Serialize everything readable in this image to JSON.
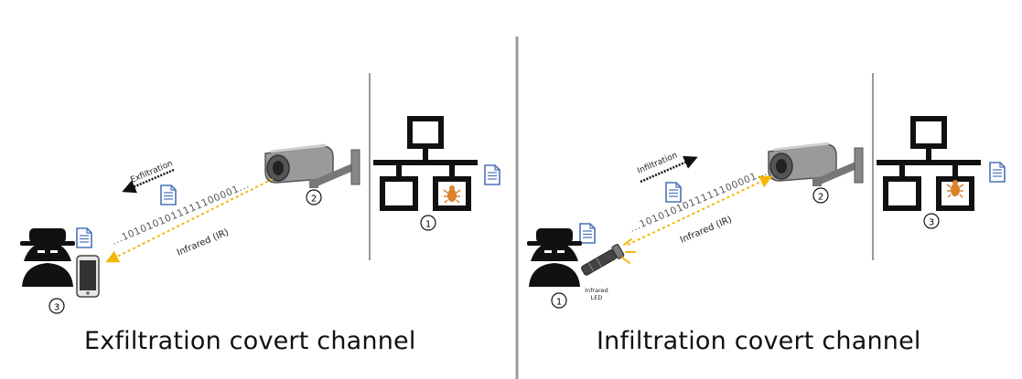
{
  "left_panel": {
    "caption": "Exfiltration covert channel",
    "direction_label": "Exfiltration",
    "bits": "...1010101011111100001...",
    "medium_label": "Infrared (IR)",
    "markers": {
      "network": "1",
      "camera": "2",
      "attacker": "3"
    }
  },
  "right_panel": {
    "caption": "Infiltration covert channel",
    "direction_label": "Infiltration",
    "bits": "...1010101011111100001...",
    "medium_label": "Infrared (IR)",
    "device_label_line1": "Infrared",
    "device_label_line2": "LED",
    "markers": {
      "attacker": "1",
      "camera": "2",
      "network": "3"
    }
  },
  "colors": {
    "beam": "#f2b705",
    "bug": "#d9822b",
    "document": "#4a72b8",
    "divider": "#9a9a9a",
    "camera": "#8c8c8c"
  },
  "icons": [
    "hacker-icon",
    "smartphone-icon",
    "camera-icon",
    "network-icon",
    "document-icon",
    "bug-icon",
    "flashlight-icon"
  ]
}
